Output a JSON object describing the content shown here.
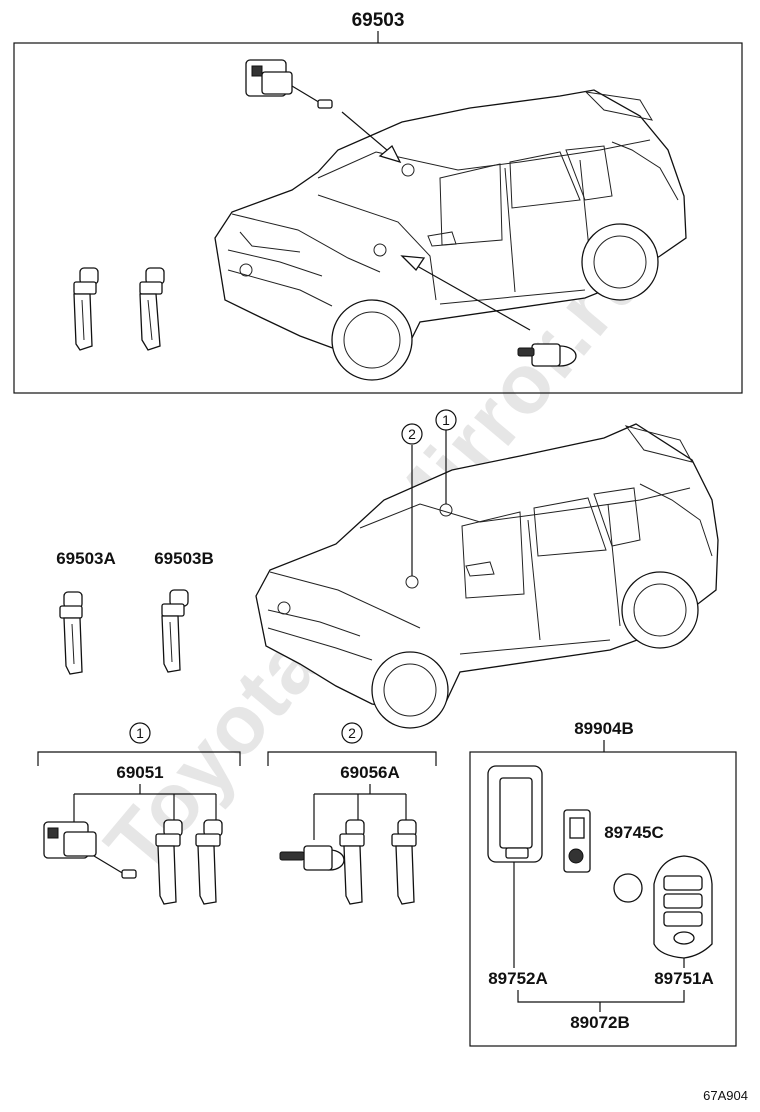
{
  "watermark": "ToyotaCarMirror.ru",
  "figure_code": "67A904",
  "labels": {
    "top_assembly": "69503",
    "key_a": "69503A",
    "key_b": "69503B",
    "callout_1": "1",
    "callout_2": "2",
    "group1_header": "1",
    "group1_part": "69051",
    "group2_header": "2",
    "group2_part": "69056A",
    "remote_box": "89904B",
    "battery": "89745C",
    "case_front": "89752A",
    "case_back": "89751A",
    "case_set": "89072B"
  },
  "icons": {
    "callout_circle": "circled-number-icon",
    "key_blank": "key-icon",
    "lock_cylinder": "lock-cylinder-icon",
    "remote": "smart-key-fob-icon"
  }
}
